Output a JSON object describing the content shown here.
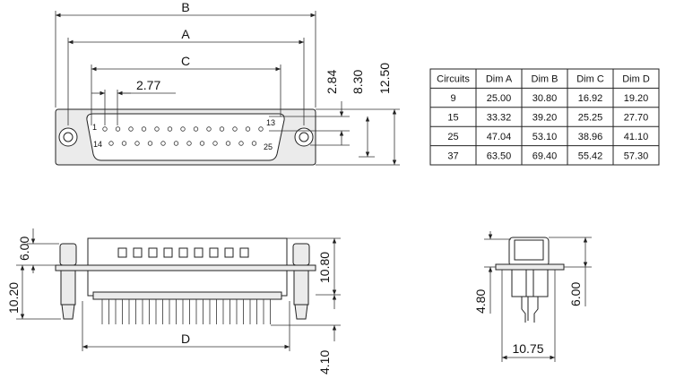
{
  "top_view": {
    "dims": {
      "B": "B",
      "A": "A",
      "C": "C",
      "pitch": "2.77",
      "v1": "2.84",
      "v2": "8.30",
      "v3": "12.50"
    },
    "pins": {
      "p1": "1",
      "p13": "13",
      "p14": "14",
      "p25": "25"
    }
  },
  "table": {
    "headers": [
      "Circuits",
      "Dim A",
      "Dim B",
      "Dim C",
      "Dim D"
    ],
    "rows": [
      [
        "9",
        "25.00",
        "30.80",
        "16.92",
        "19.20"
      ],
      [
        "15",
        "33.32",
        "39.20",
        "25.25",
        "27.70"
      ],
      [
        "25",
        "47.04",
        "53.10",
        "38.96",
        "41.10"
      ],
      [
        "37",
        "63.50",
        "69.40",
        "55.42",
        "57.30"
      ]
    ]
  },
  "side_view": {
    "dims": {
      "h1": "6.00",
      "h2": "10.20",
      "h3": "10.80",
      "tail": "4.10",
      "D": "D"
    }
  },
  "end_view": {
    "dims": {
      "h": "4.80",
      "h2": "6.00",
      "w": "10.75"
    }
  }
}
